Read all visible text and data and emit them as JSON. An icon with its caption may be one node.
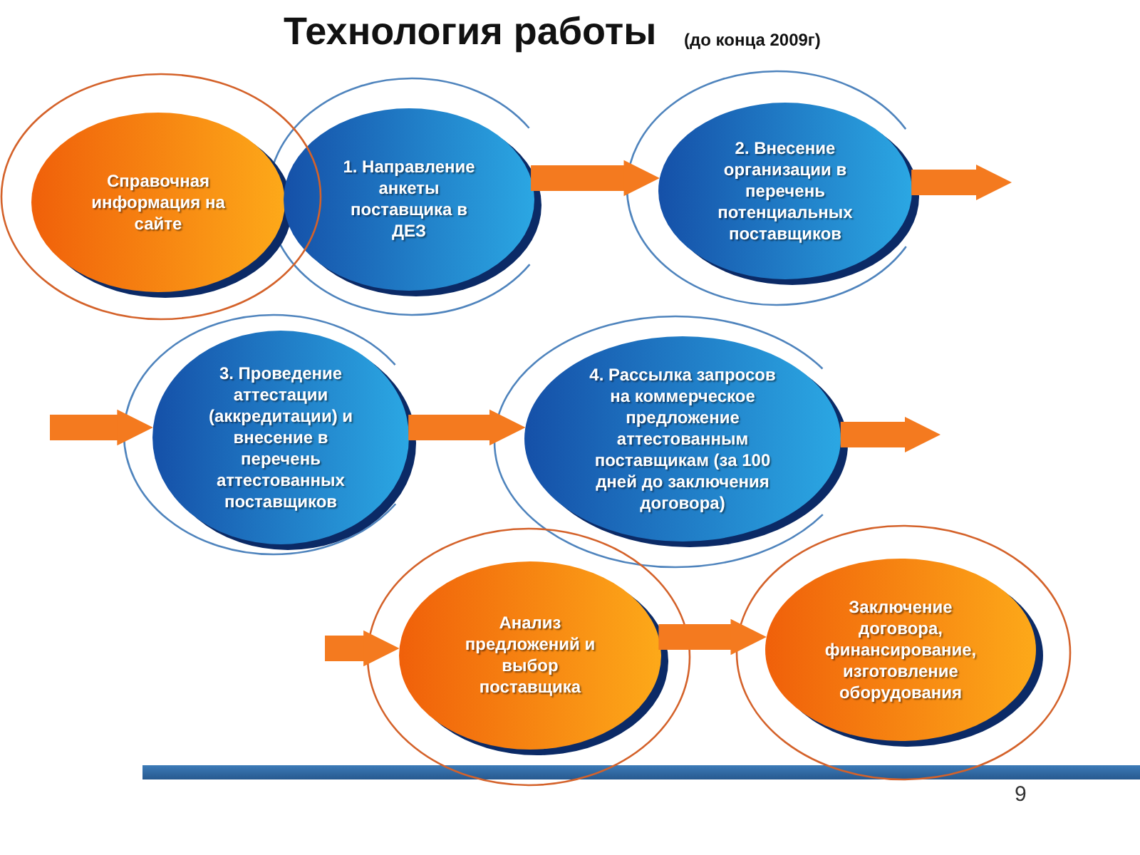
{
  "diagram": {
    "title": "Технология работы",
    "nodes": [
      {
        "text": [
          "Справочная информация на сайте"
        ]
      },
      {
        "text": [
          "1. Направление анкеты поставщика в ДЕЗ"
        ]
      },
      {
        "text": [
          "2. Внесение организации в перечень потенциальных поставщиков"
        ]
      },
      {
        "text": [
          "3. Проведение аттестации (аккредитации) и внесение в перечень аттестованных поставщиков"
        ]
      },
      {
        "text": [
          "4. Рассылка запросов на коммерческое предложение аттестованным поставщикам (за 100 дней до заключения договора)"
        ]
      },
      {
        "text": [
          "Анализ предложений и выбор поставщика"
        ]
      },
      {
        "text": [
          "Заключение договора, финансирование, изготовление оборудования"
        ]
      }
    ],
    "edges": [
      {
        "from": 1,
        "to": 2,
        "arrow": "to"
      },
      {
        "from": 2,
        "to": null,
        "arrow": "to"
      },
      {
        "from": null,
        "to": 3,
        "arrow": "to"
      },
      {
        "from": 3,
        "to": 4,
        "arrow": "to"
      },
      {
        "from": 4,
        "to": null,
        "arrow": "to"
      },
      {
        "from": null,
        "to": 5,
        "arrow": "to"
      },
      {
        "from": 5,
        "to": 6,
        "arrow": "to"
      }
    ],
    "labels": [
      "(до конца 2009г)",
      "9"
    ]
  }
}
